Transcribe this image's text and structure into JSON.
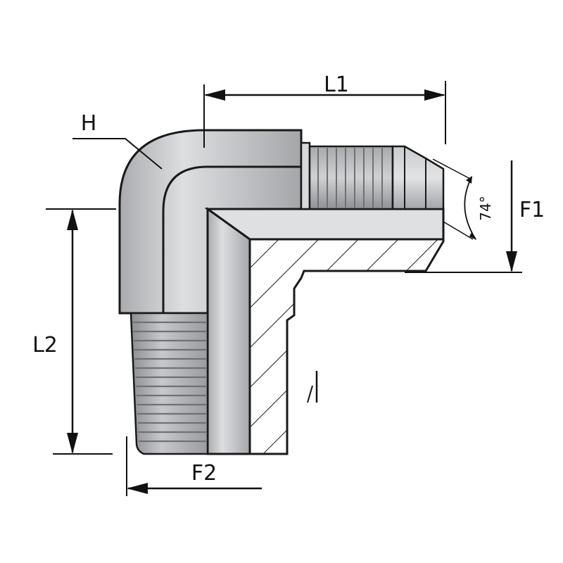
{
  "labels": {
    "hex": "H",
    "length_1": "L1",
    "length_2": "L2",
    "thread_1": "F1",
    "thread_2": "F2",
    "flare_angle": "74°"
  },
  "colors": {
    "body_light": "#d2d4d6",
    "body_mid": "#b4b6b9",
    "body_dark": "#8e9094",
    "outline": "#1a1a1a",
    "background": "#ffffff"
  }
}
